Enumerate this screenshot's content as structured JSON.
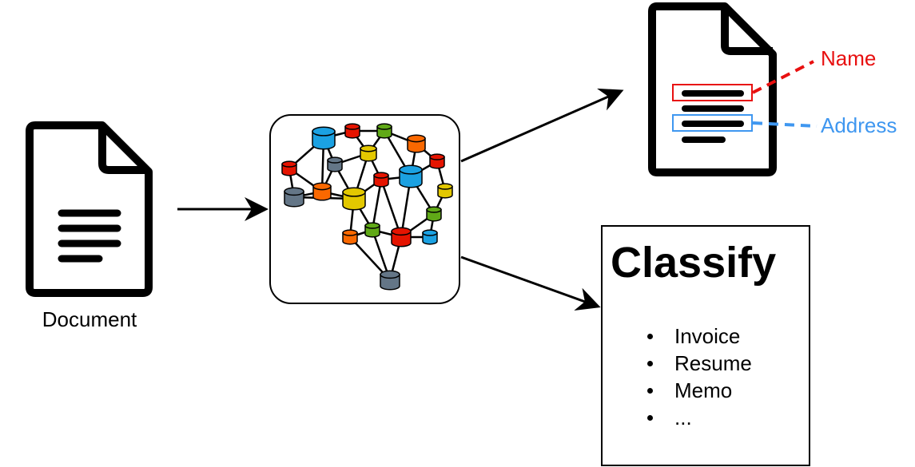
{
  "input_document": {
    "label": "Document",
    "icon": "document-icon"
  },
  "model": {
    "icon": "neural-network-icon"
  },
  "extraction": {
    "icon": "document-icon",
    "fields": [
      {
        "label": "Name",
        "color": "#e81010"
      },
      {
        "label": "Address",
        "color": "#3f97f0"
      }
    ]
  },
  "classification": {
    "title": "Classify",
    "items": [
      "Invoice",
      "Resume",
      "Memo",
      "..."
    ]
  }
}
